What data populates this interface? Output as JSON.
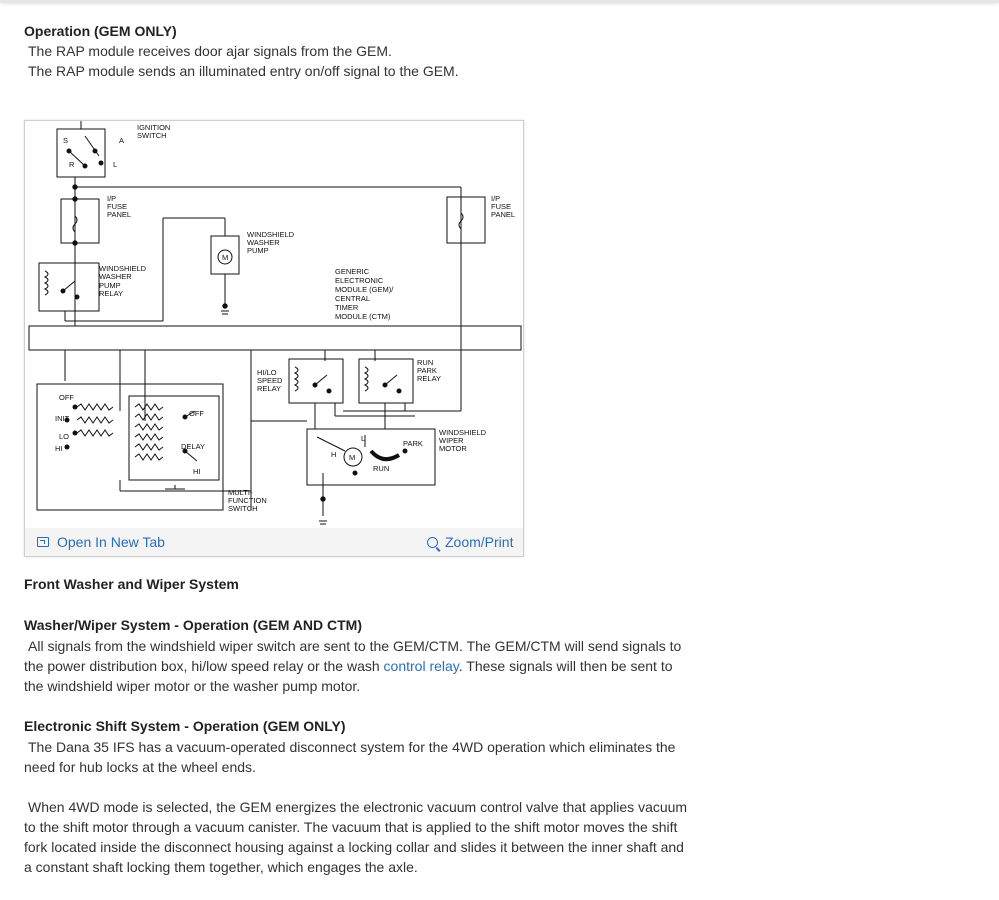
{
  "sections": {
    "gem_only": {
      "title": "Operation (GEM ONLY)",
      "lines": [
        "The RAP module receives door ajar signals from the GEM.",
        "The RAP module sends an illuminated entry on/off signal to the GEM."
      ]
    },
    "figure": {
      "open_label": "Open In New Tab",
      "zoom_label": "Zoom/Print",
      "labels": {
        "ignition": [
          "IGNITION",
          "SWITCH"
        ],
        "ip_left": [
          "I/P",
          "FUSE",
          "PANEL"
        ],
        "ip_right": [
          "I/P",
          "FUSE",
          "PANEL"
        ],
        "washer_pump": [
          "WINDSHIELD",
          "WASHER",
          "PUMP"
        ],
        "pump_relay": [
          "WINDSHIELD",
          "WASHER",
          "PUMP",
          "RELAY"
        ],
        "gem": [
          "GENERIC",
          "ELECTRONIC",
          "MODULE (GEM)/",
          "CENTRAL",
          "TIMER",
          "MODULE (CTM)"
        ],
        "hilo": [
          "HI/LO",
          "SPEED",
          "RELAY"
        ],
        "run_park": [
          "RUN",
          "PARK",
          "RELAY"
        ],
        "wiper_motor": [
          "WINDSHIELD",
          "WIPER",
          "MOTOR"
        ],
        "multi": [
          "MULTI-",
          "FUNCTION",
          "SWITCH"
        ],
        "switch_s": "S",
        "switch_a": "A",
        "switch_r": "R",
        "switch_l": "L",
        "motor_m": "M",
        "off1": "OFF",
        "init": "INIT",
        "lo": "LO",
        "hi1": "HI",
        "off2": "OFF",
        "delay": "DELAY",
        "hi2": "HI",
        "park": "PARK",
        "run": "RUN",
        "h": "H",
        "l": "L"
      }
    },
    "front": {
      "title": "Front Washer and Wiper System"
    },
    "gem_ctm": {
      "title": "Washer/Wiper System - Operation (GEM AND CTM)",
      "text_before": "All signals from the windshield wiper switch are sent to the GEM/CTM. The GEM/CTM will send signals to the power distribution box, hi/low speed relay or the wash ",
      "link": "control relay",
      "text_after": ". These signals will then be sent to the windshield wiper motor or the washer pump motor."
    },
    "shift": {
      "title": "Electronic Shift System - Operation (GEM ONLY)",
      "p1": "The Dana 35 IFS has a vacuum-operated disconnect system for the 4WD operation which eliminates the need for hub locks at the wheel ends.",
      "p2": "When 4WD mode is selected, the GEM energizes the electronic vacuum control valve that applies vacuum to the shift motor through a vacuum canister. The vacuum that is applied to the shift motor moves the shift fork located inside the disconnect housing against a locking collar and slides it between the inner shaft and a constant shaft locking them together, which engages the axle."
    }
  },
  "colors": {
    "link": "#2a6ebb",
    "text": "#333333",
    "heading": "#222222"
  }
}
